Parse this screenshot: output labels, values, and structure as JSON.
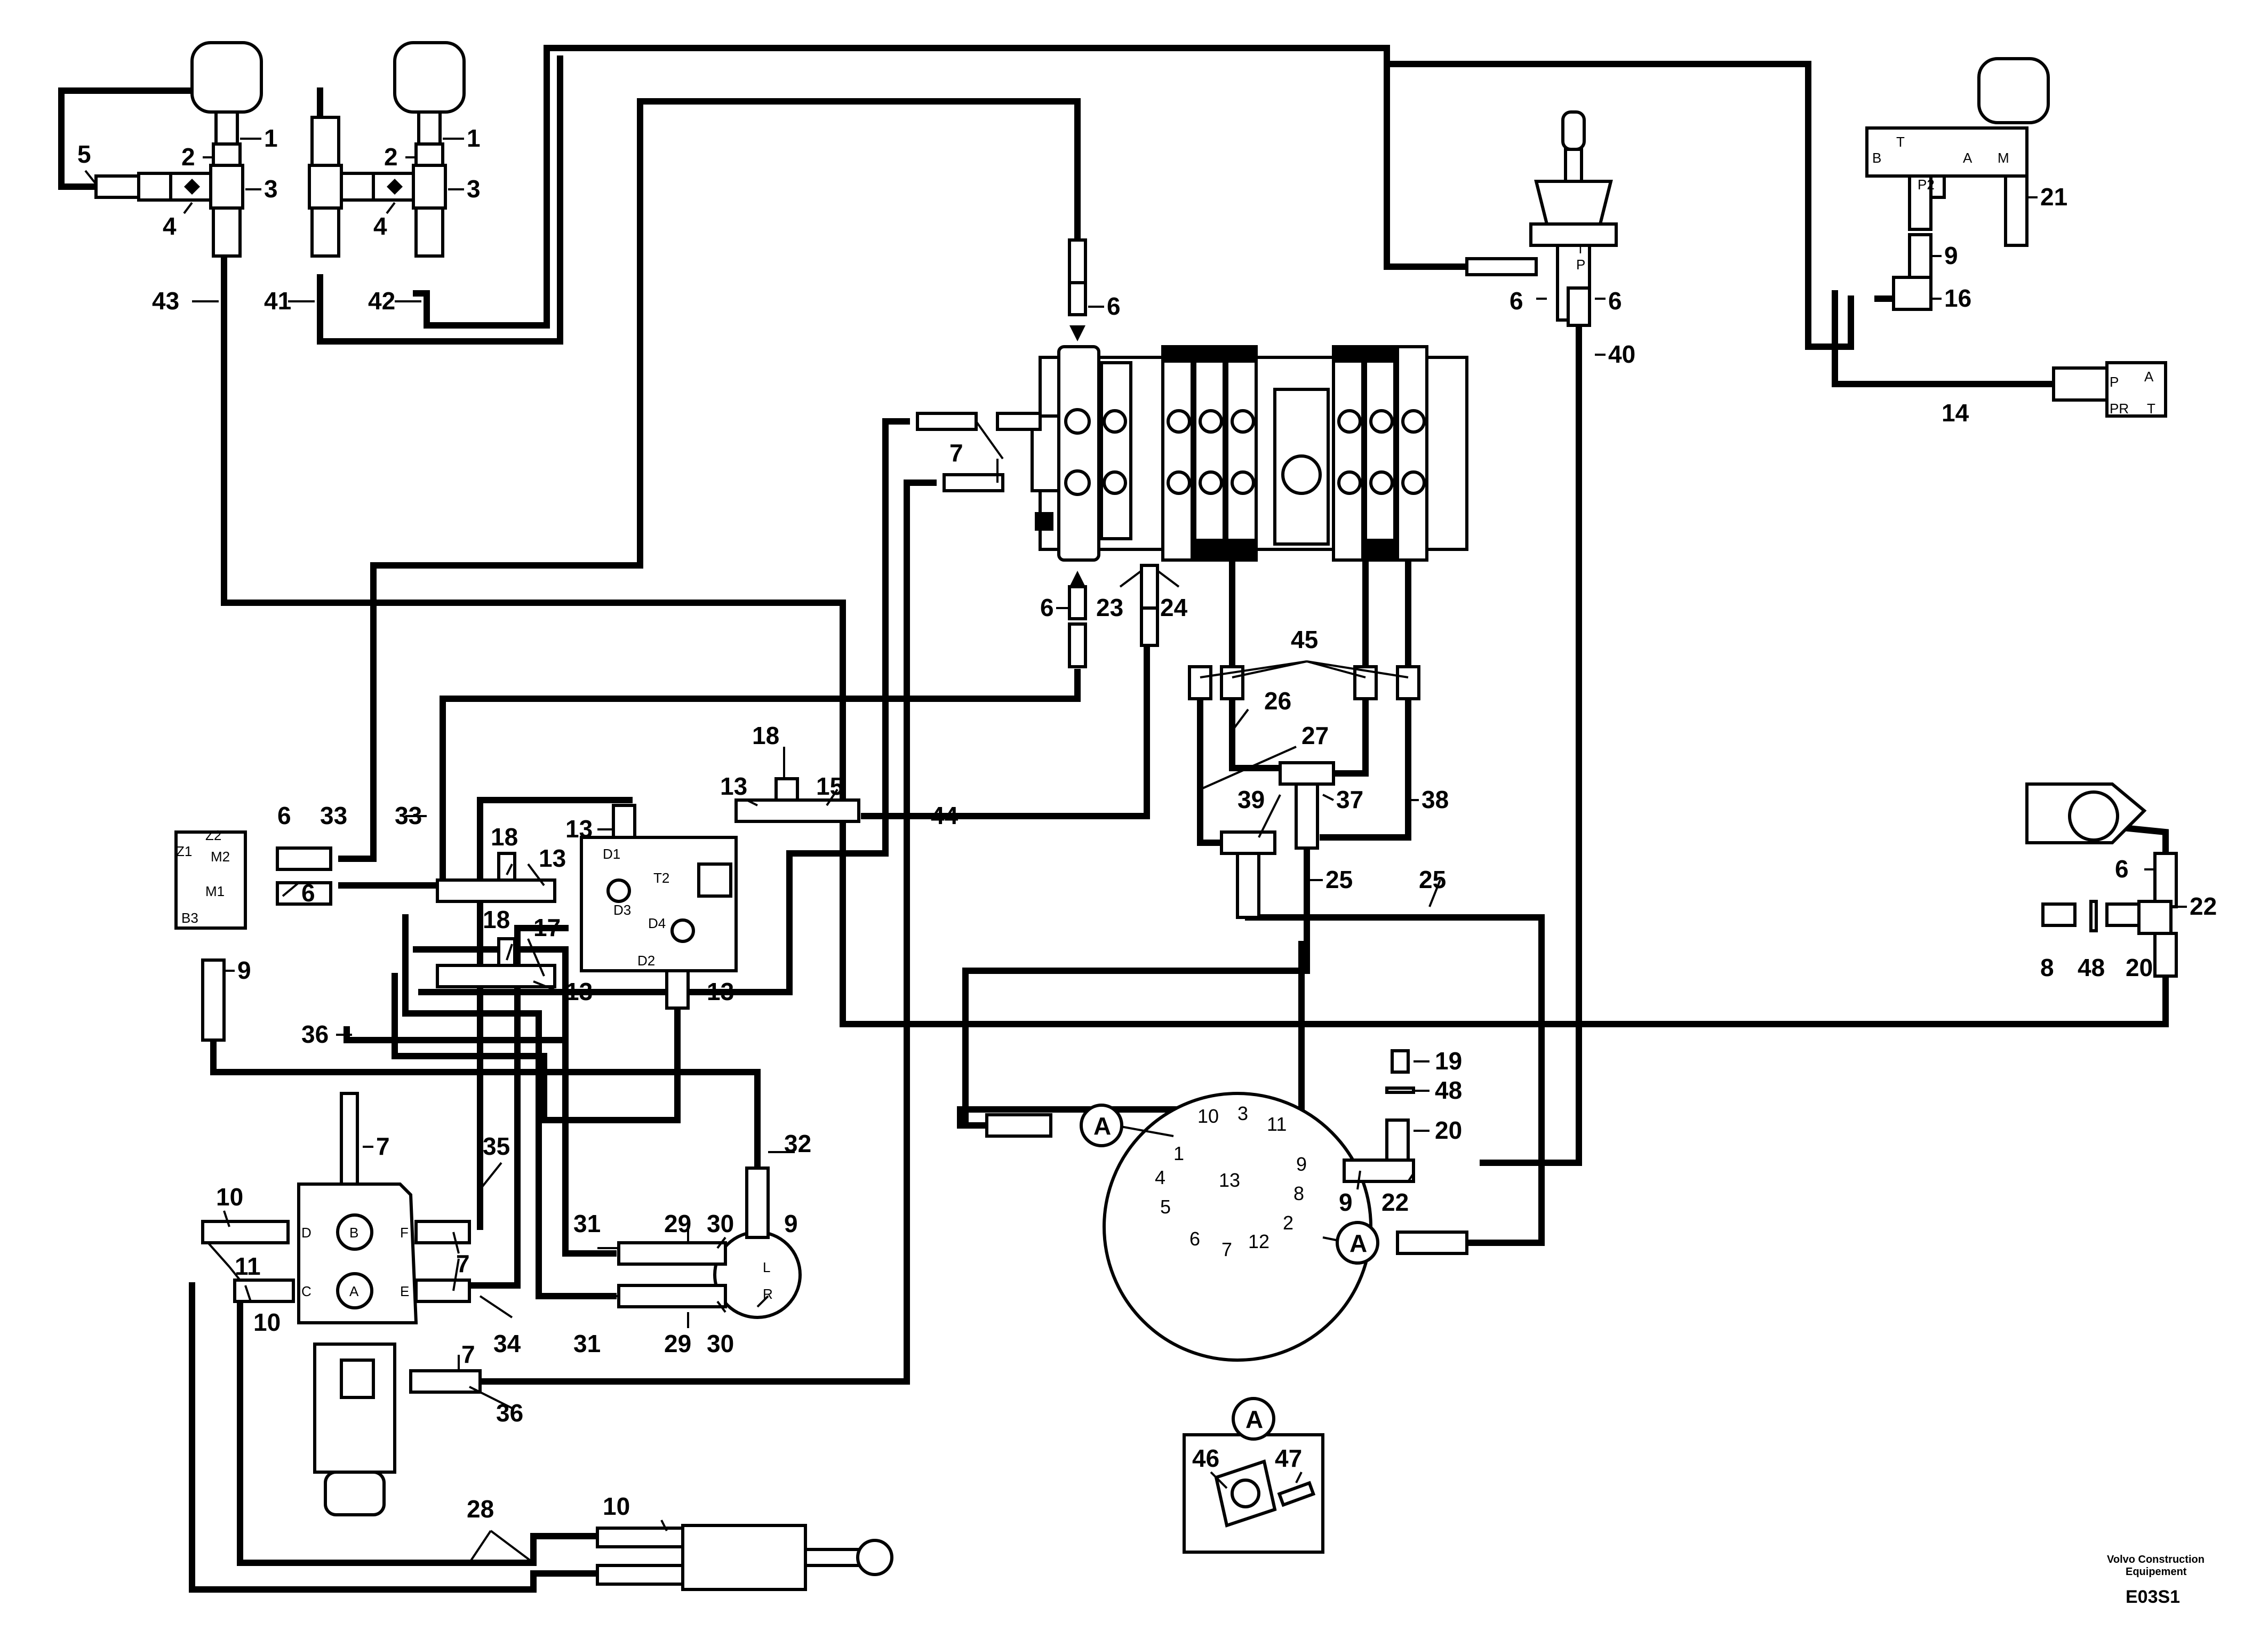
{
  "callouts": {
    "c1a": "1",
    "c1b": "1",
    "c2a": "2",
    "c2b": "2",
    "c3a": "3",
    "c3b": "3",
    "c4a": "4",
    "c4b": "4",
    "c5": "5",
    "c43": "43",
    "c41": "41",
    "c42": "42",
    "c6_top": "6",
    "c6_joy_l": "6",
    "c6_joy_r": "6",
    "c6_mid": "6",
    "c6_box_top": "6",
    "c6_box_bot": "6",
    "c6_rot": "6",
    "c7_valve": "7",
    "c7_low_top": "7",
    "c7_low_r": "7",
    "c7_low_b": "7",
    "c40": "40",
    "c21": "21",
    "c9_tr": "9",
    "c16": "16",
    "c14": "14",
    "c23": "23",
    "c24": "24",
    "c45": "45",
    "c26": "26",
    "c27": "27",
    "c39": "39",
    "c37": "37",
    "c38": "38",
    "c25a": "25",
    "c25b": "25",
    "c44": "44",
    "c18a": "18",
    "c15": "15",
    "c13a": "13",
    "c13b": "13",
    "c13c": "13",
    "c18b": "18",
    "c18c": "18",
    "c17": "17",
    "c13d": "13",
    "c13e": "13",
    "c33a": "33",
    "c33b": "33",
    "c9_box": "9",
    "c36a": "36",
    "c36b": "36",
    "c35": "35",
    "c34": "34",
    "c10a": "10",
    "c10b": "10",
    "c10c": "10",
    "c11": "11",
    "c32": "32",
    "c9_low": "9",
    "c31a": "31",
    "c31b": "31",
    "c29a": "29",
    "c29b": "29",
    "c30a": "30",
    "c30b": "30",
    "c28": "28",
    "c22a": "22",
    "c22b": "22",
    "c8": "8",
    "c48a": "48",
    "c48b": "48",
    "c20a": "20",
    "c20b": "20",
    "c19": "19",
    "c9_sw": "9",
    "c46": "46",
    "c47": "47"
  },
  "port_labels": {
    "z1": "Z1",
    "z2": "Z2",
    "m2": "M2",
    "m1": "M1",
    "b3": "B3",
    "d1": "D1",
    "d2": "D2",
    "d3": "D3",
    "d4": "D4",
    "t2": "T2",
    "pD": "D",
    "pB": "B",
    "pF": "F",
    "pC": "C",
    "pA": "A",
    "pE": "E",
    "motL": "L",
    "motR": "R",
    "tvT": "T",
    "tvB": "B",
    "tvA": "A",
    "tvM": "M",
    "tvP2": "P2",
    "pvP": "P",
    "pvA": "A",
    "pvPR": "PR",
    "pvT": "T",
    "joyT": "T",
    "joyP": "P"
  },
  "connector_A": "A",
  "dial_numbers": {
    "n1": "1",
    "n2": "2",
    "n3": "3",
    "n4": "4",
    "n5": "5",
    "n6": "6",
    "n7": "7",
    "n8": "8",
    "n9": "9",
    "n10": "10",
    "n11": "11",
    "n12": "12",
    "n13": "13"
  },
  "footer": {
    "company": "Volvo Construction",
    "company2": "Equipement",
    "code": "E03S1"
  }
}
